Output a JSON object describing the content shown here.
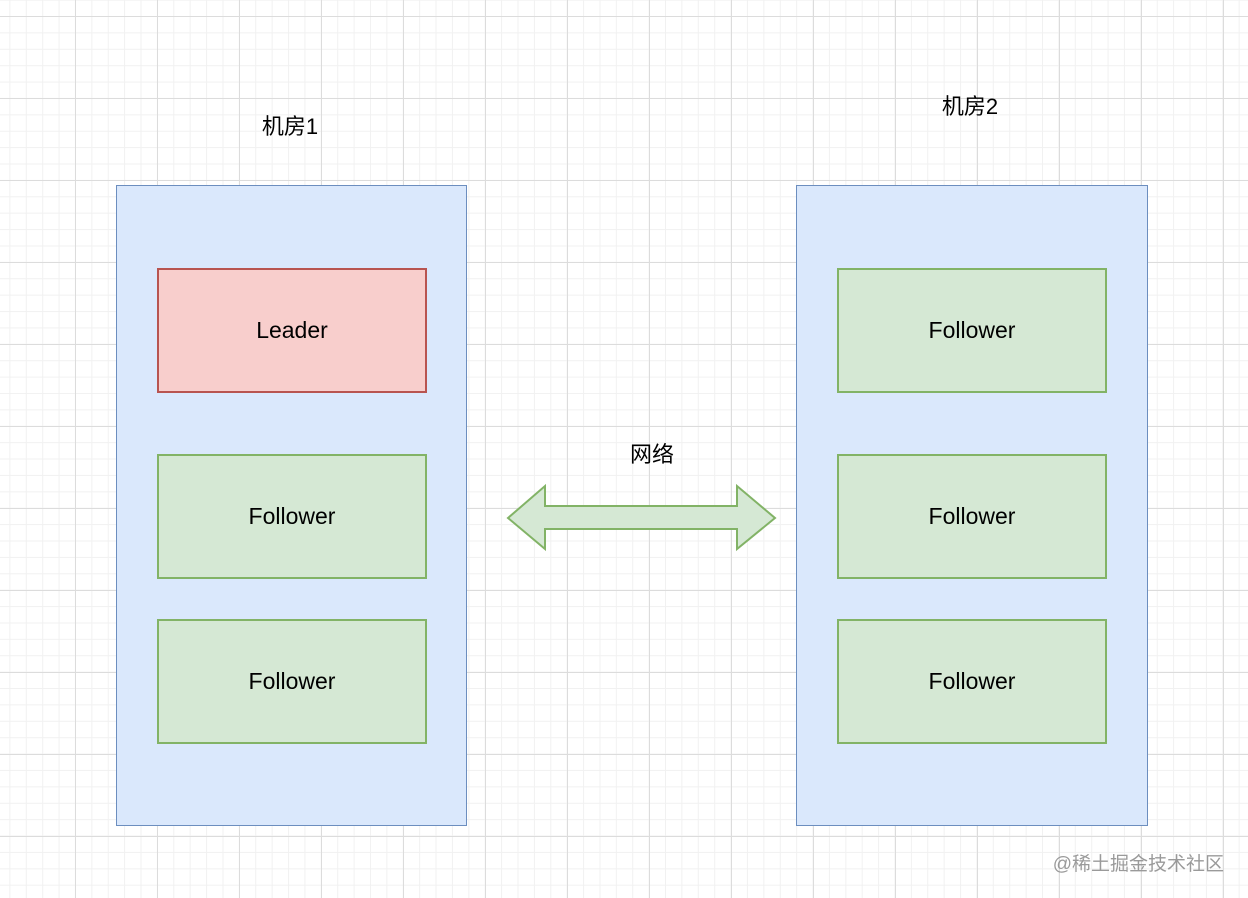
{
  "rooms": [
    {
      "label": "机房1",
      "nodes": [
        {
          "label": "Leader",
          "role": "leader"
        },
        {
          "label": "Follower",
          "role": "follower"
        },
        {
          "label": "Follower",
          "role": "follower"
        }
      ]
    },
    {
      "label": "机房2",
      "nodes": [
        {
          "label": "Follower",
          "role": "follower"
        },
        {
          "label": "Follower",
          "role": "follower"
        },
        {
          "label": "Follower",
          "role": "follower"
        }
      ]
    }
  ],
  "link": {
    "label": "网络",
    "icon": "double-arrow-icon"
  },
  "colors": {
    "room_fill": "#dae8fc",
    "room_stroke": "#6c8ebf",
    "leader_fill": "#f8cecc",
    "leader_stroke": "#b85450",
    "follower_fill": "#d5e8d4",
    "follower_stroke": "#82b366"
  },
  "watermark": "@稀土掘金技术社区"
}
